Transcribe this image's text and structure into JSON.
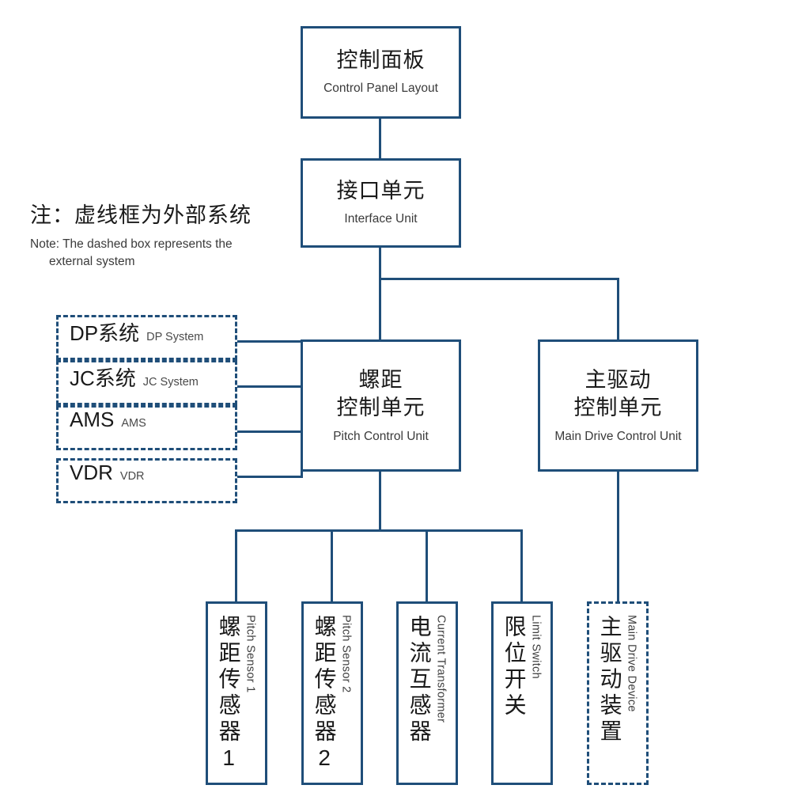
{
  "diagram": {
    "title_cn": "控制面板",
    "accent_color": "#1F4E79",
    "text_color": "#1a1a1a"
  },
  "note": {
    "cn": "注：虚线框为外部系统",
    "en_line1": "Note: The dashed box represents the",
    "en_line2": "external system"
  },
  "nodes": {
    "control_panel": {
      "cn": "控制面板",
      "en": "Control Panel Layout"
    },
    "interface_unit": {
      "cn": "接口单元",
      "en": "Interface Unit"
    },
    "pitch_control_unit": {
      "cn_line1": "螺距",
      "cn_line2": "控制单元",
      "en": "Pitch Control Unit"
    },
    "main_drive_control_unit": {
      "cn_line1": "主驱动",
      "cn_line2": "控制单元",
      "en": "Main Drive Control Unit"
    }
  },
  "external_systems": [
    {
      "cn": "DP系统",
      "en": "DP System"
    },
    {
      "cn": "JC系统",
      "en": "JC System"
    },
    {
      "cn": "AMS",
      "en": "AMS"
    },
    {
      "cn": "VDR",
      "en": "VDR"
    }
  ],
  "devices": [
    {
      "cn": "螺距传感器1",
      "en": "Pitch Sensor 1",
      "dashed": false
    },
    {
      "cn": "螺距传感器2",
      "en": "Pitch Sensor 2",
      "dashed": false
    },
    {
      "cn": "电流互感器",
      "en": "Current Transformer",
      "dashed": false
    },
    {
      "cn": "限位开关",
      "en": "Limit Switch",
      "dashed": false
    },
    {
      "cn": "主驱动装置",
      "en": "Main Drive Device",
      "dashed": true
    }
  ]
}
